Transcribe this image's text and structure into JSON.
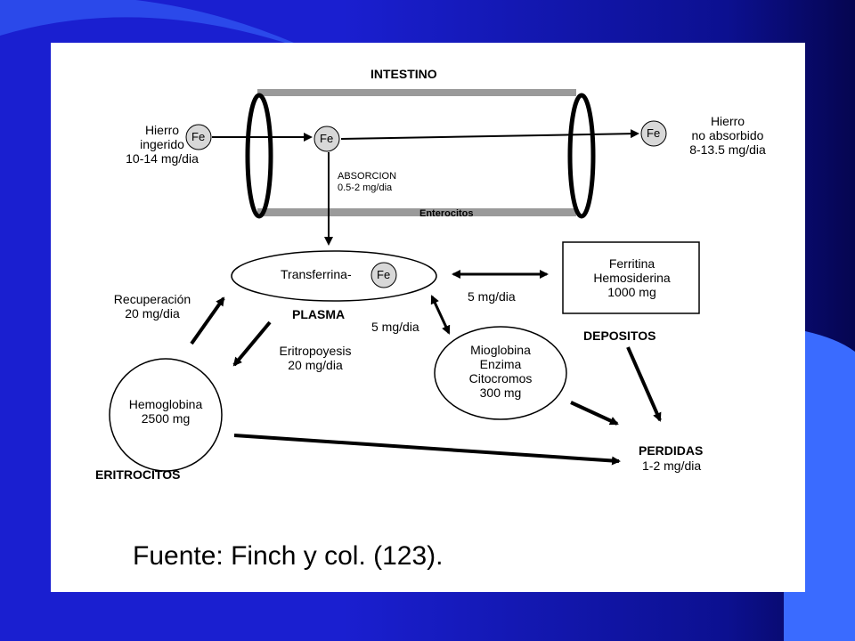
{
  "diagram": {
    "title": "INTESTINO",
    "hierro_ingerido": [
      "Hierro",
      "ingerido",
      "10-14 mg/dia"
    ],
    "hierro_no_absorbido": [
      "Hierro",
      "no absorbido",
      "8-13.5 mg/dia"
    ],
    "fe": "Fe",
    "absorcion": [
      "ABSORCION",
      "0.5-2 mg/dia"
    ],
    "enterocitos": "Enterocitos",
    "transferrina": "Transferrina-",
    "plasma": "PLASMA",
    "depositos_box": [
      "Ferritina",
      "Hemosiderina",
      "1000 mg"
    ],
    "depositos": "DEPOSITOS",
    "flow_5mg_depositos": "5 mg/dia",
    "flow_5mg_mioglobina": "5 mg/dia",
    "recuperacion": [
      "Recuperación",
      "20 mg/dia"
    ],
    "eritropoyesis": [
      "Eritropoyesis",
      "20 mg/dia"
    ],
    "hemoglobina": [
      "Hemoglobina",
      "2500 mg"
    ],
    "eritrocitos": "ERITROCITOS",
    "mioglobina": [
      "Mioglobina",
      "Enzima",
      "Citocromos",
      "300 mg"
    ],
    "perdidas": "PERDIDAS",
    "perdidas_rate": "1-2 mg/dia"
  },
  "source": "Fuente: Finch y col. (123).",
  "colors": {
    "background": "#1a1fd0",
    "deco_blue": "#3a6bff",
    "slide": "#ffffff",
    "fe_fill": "#d8d8d8",
    "tube": "#9a9a9a"
  }
}
